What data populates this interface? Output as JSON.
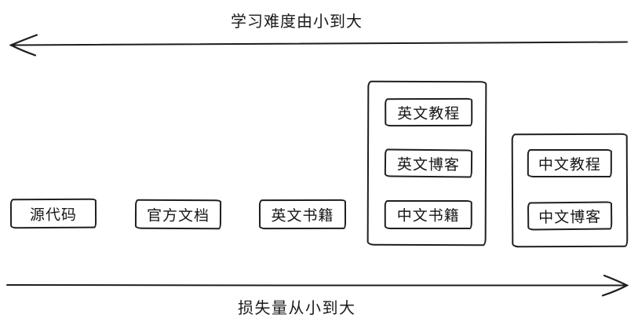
{
  "diagram": {
    "axes": {
      "top": {
        "label": "学习难度由小到大",
        "direction": "left"
      },
      "bottom": {
        "label": "损失量从小到大",
        "direction": "right"
      }
    },
    "standalone_boxes": [
      {
        "label": "源代码"
      },
      {
        "label": "官方文档"
      },
      {
        "label": "英文书籍"
      }
    ],
    "groups": [
      {
        "items": [
          {
            "label": "英文教程"
          },
          {
            "label": "英文博客"
          },
          {
            "label": "中文书籍"
          }
        ]
      },
      {
        "items": [
          {
            "label": "中文教程"
          },
          {
            "label": "中文博客"
          }
        ]
      }
    ],
    "colors": {
      "ink": "#1f1f1f",
      "background": "#ffffff"
    }
  }
}
